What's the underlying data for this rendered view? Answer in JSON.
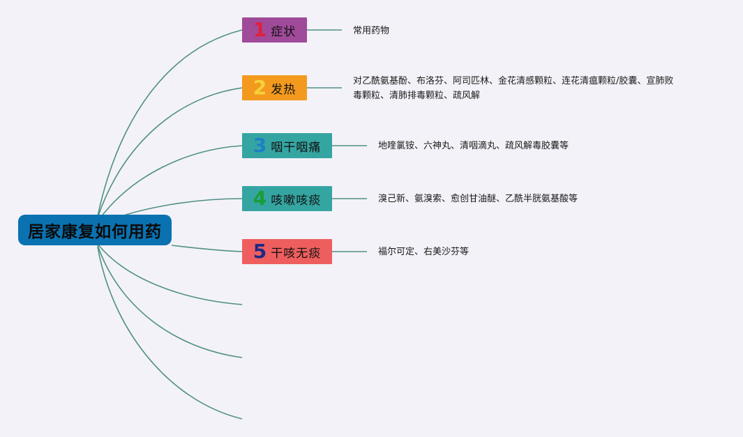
{
  "root": {
    "label": "居家康复如何用药",
    "color": "#0a72b0"
  },
  "topics": [
    {
      "number": "1",
      "label": "症状",
      "node_color": "#a04a9a",
      "number_color": "#e0213a",
      "desc_lines": [
        "常用药物"
      ]
    },
    {
      "number": "2",
      "label": "发热",
      "node_color": "#f39a1e",
      "number_color": "#f6d23a",
      "desc_lines": [
        "对乙酰氨基酚、布洛芬、阿司匹林、金花清感颗粒、连花清瘟颗粒/胶囊、宣肺败",
        "毒颗粒、清肺排毒颗粒、疏风解"
      ]
    },
    {
      "number": "3",
      "label": "咽干咽痛",
      "node_color": "#35a5a2",
      "number_color": "#1f7fc4",
      "desc_lines": [
        "地喹氯铵、六神丸、清咽滴丸、疏风解毒胶囊等"
      ]
    },
    {
      "number": "4",
      "label": "咳嗽咳痰",
      "node_color": "#35a5a2",
      "number_color": "#1b9c3a",
      "desc_lines": [
        "溴己新、氨溴索、愈创甘油醚、乙酰半胱氨基酸等"
      ]
    },
    {
      "number": "5",
      "label": "干咳无痰",
      "node_color": "#ef5e5e",
      "number_color": "#1e2a86",
      "desc_lines": [
        "福尔可定、右美沙芬等"
      ]
    }
  ],
  "connector_color": "#4f8f86"
}
